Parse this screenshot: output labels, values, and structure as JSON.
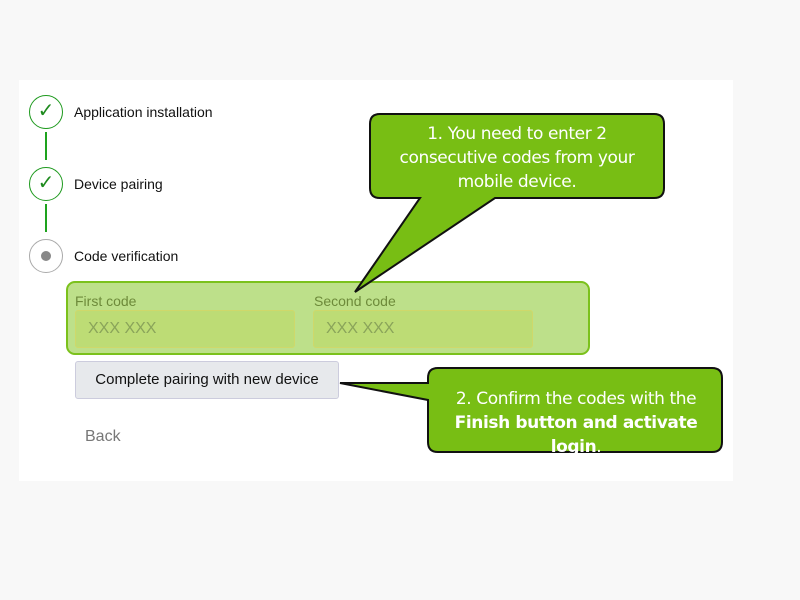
{
  "steps": [
    {
      "label": "Application installation",
      "status": "done",
      "icon": "check-icon",
      "glyph": "✓"
    },
    {
      "label": "Device pairing",
      "status": "done",
      "icon": "check-icon",
      "glyph": "✓"
    },
    {
      "label": "Code verification",
      "status": "current",
      "icon": "dot-icon"
    }
  ],
  "form": {
    "first_label": "First code",
    "first_placeholder": "XXX XXX",
    "second_label": "Second code",
    "second_placeholder": "XXX XXX",
    "submit_label": "Complete pairing with new device",
    "back_label": "Back"
  },
  "callouts": {
    "one": "1. You need to enter 2 consecutive codes from your mobile device.",
    "two_a": "2. Confirm the codes with the",
    "two_b": "Finish button and activate login",
    "two_c": "."
  },
  "colors": {
    "accent": "#78be14",
    "step_done": "#1e9a1e"
  }
}
